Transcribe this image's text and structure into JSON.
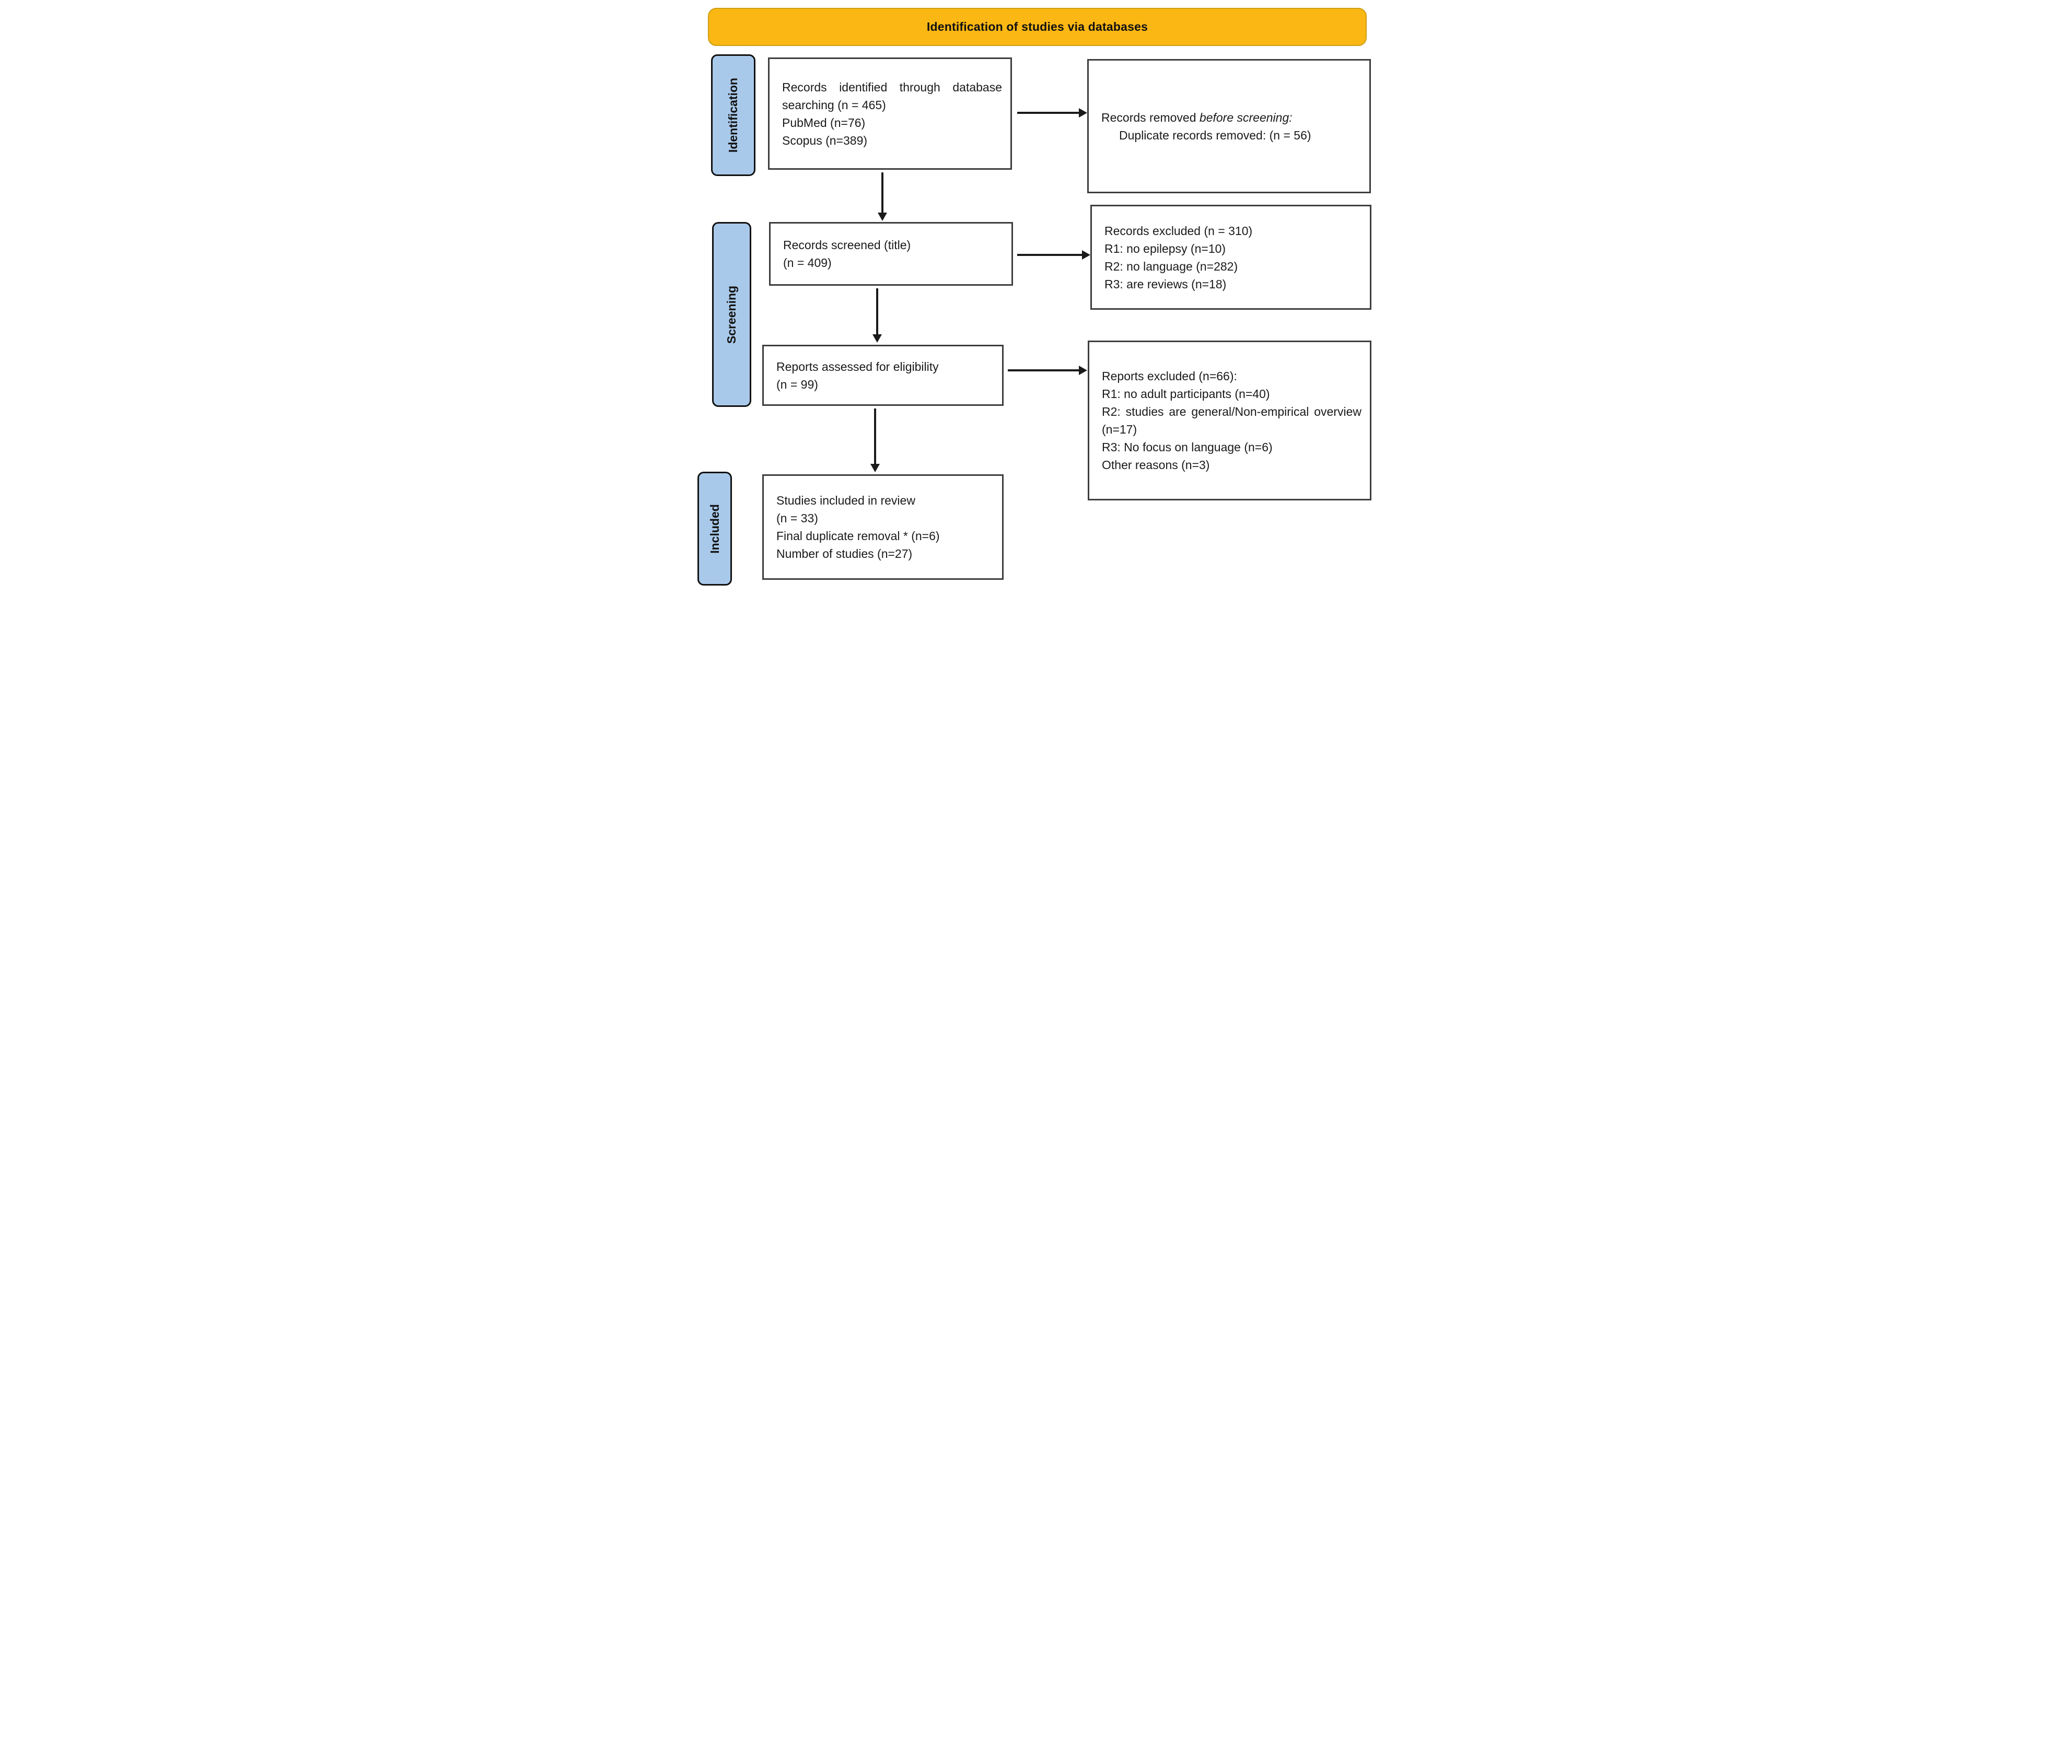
{
  "banner": {
    "title": "Identification of studies via databases"
  },
  "stages": [
    {
      "label": "Identification"
    },
    {
      "label": "Screening"
    },
    {
      "label": "Included"
    }
  ],
  "boxes": {
    "identified": {
      "lines": [
        "Records identified through database searching (n = 465)",
        "PubMed (n=76)",
        "Scopus (n=389)"
      ]
    },
    "removed": {
      "text_normal": "Records removed ",
      "text_italic": "before screening:",
      "detail": "Duplicate records removed: (n = 56)"
    },
    "screened": {
      "lines": [
        "Records screened (title)",
        "(n = 409)"
      ]
    },
    "records_excluded": {
      "lines": [
        "Records excluded (n = 310)",
        "R1: no epilepsy (n=10)",
        "R2: no language (n=282)",
        "R3: are reviews (n=18)"
      ]
    },
    "assessed": {
      "lines": [
        "Reports assessed for eligibility",
        "(n = 99)"
      ]
    },
    "reports_excluded": {
      "lines": [
        "Reports excluded (n=66):",
        "R1: no adult participants (n=40)",
        "R2: studies are general/Non-empirical overview (n=17)",
        "R3: No focus on language (n=6)",
        "Other reasons (n=3)"
      ]
    },
    "included": {
      "lines": [
        "Studies included in review",
        "(n = 33)",
        "Final duplicate removal * (n=6)",
        "Number of studies (n=27)"
      ]
    }
  },
  "colors": {
    "banner_bg": "#FBB713",
    "banner_border": "#CE9D13",
    "stage_bg": "#A9C9EA",
    "box_border": "#3D3D3D",
    "arrow": "#1A1A1A",
    "text": "#1A1A1A"
  }
}
